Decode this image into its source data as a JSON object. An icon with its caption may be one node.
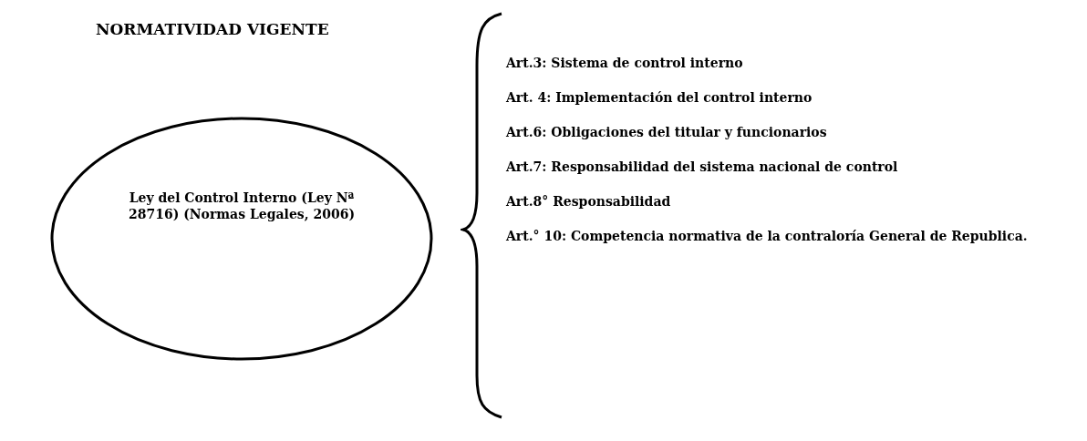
{
  "diagram": {
    "title": "NORMATIVIDAD VIGENTE",
    "nodes": [
      {
        "text": [
          "Ley del Control Interno (Ley Nª 28716) (Normas Legales, 2006)"
        ]
      }
    ],
    "labels": [
      "Art.3: Sistema de control interno",
      "Art. 4: Implementación del control interno",
      "Art.6: Obligaciones del titular y funcionarios",
      "Art.7: Responsabilidad del sistema nacional de control",
      "Art.8° Responsabilidad",
      "Art.° 10: Competencia normativa de la contraloría General de Republica."
    ]
  }
}
